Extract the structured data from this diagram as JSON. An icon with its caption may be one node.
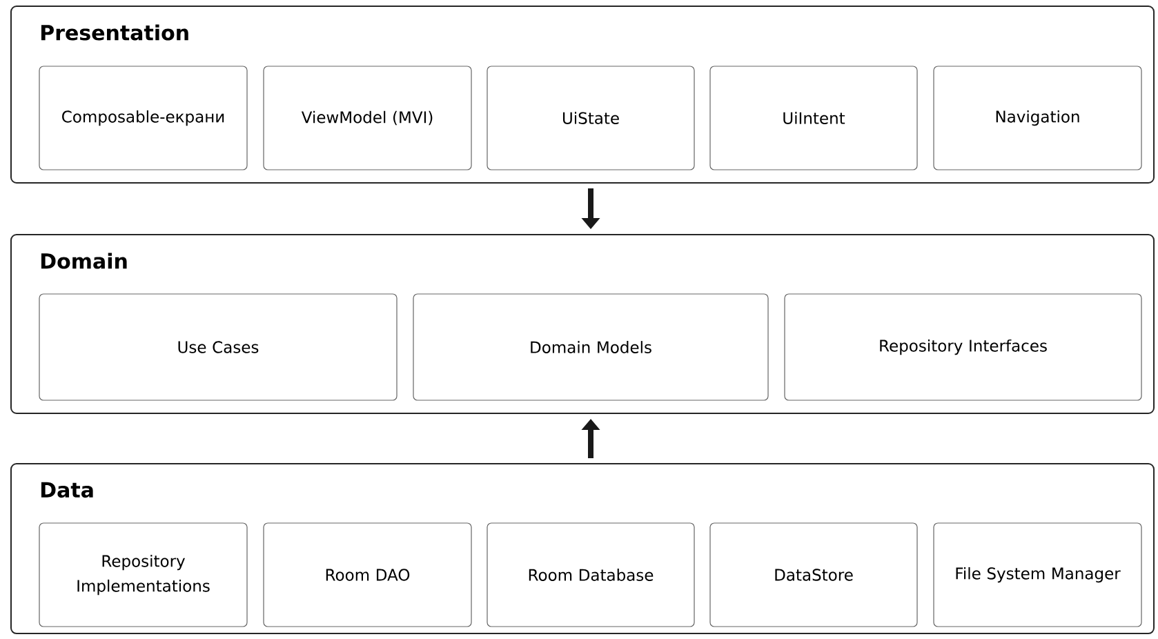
{
  "diagram": {
    "nodes": [
      {
        "text": [
          "Presentation"
        ]
      },
      {
        "text": [
          "Composable-екрани"
        ],
        "in": 0
      },
      {
        "text": [
          "ViewModel (MVI)"
        ],
        "in": 0
      },
      {
        "text": [
          "UiState"
        ],
        "in": 0
      },
      {
        "text": [
          "UiIntent"
        ],
        "in": 0
      },
      {
        "text": [
          "Navigation"
        ],
        "in": 0
      },
      {
        "text": [
          "Domain"
        ]
      },
      {
        "text": [
          "Use Cases"
        ],
        "in": 6
      },
      {
        "text": [
          "Domain Models"
        ],
        "in": 6
      },
      {
        "text": [
          "Repository Interfaces"
        ],
        "in": 6
      },
      {
        "text": [
          "Data"
        ]
      },
      {
        "text": [
          "Repository Implementations"
        ],
        "in": 10
      },
      {
        "text": [
          "Room DAO"
        ],
        "in": 10
      },
      {
        "text": [
          "Room Database"
        ],
        "in": 10
      },
      {
        "text": [
          "DataStore"
        ],
        "in": 10
      },
      {
        "text": [
          "File System Manager"
        ],
        "in": 10
      }
    ],
    "edges": [
      {
        "from": 0,
        "to": 6,
        "arrow": "to"
      },
      {
        "from": 10,
        "to": 6,
        "arrow": "to"
      }
    ]
  }
}
